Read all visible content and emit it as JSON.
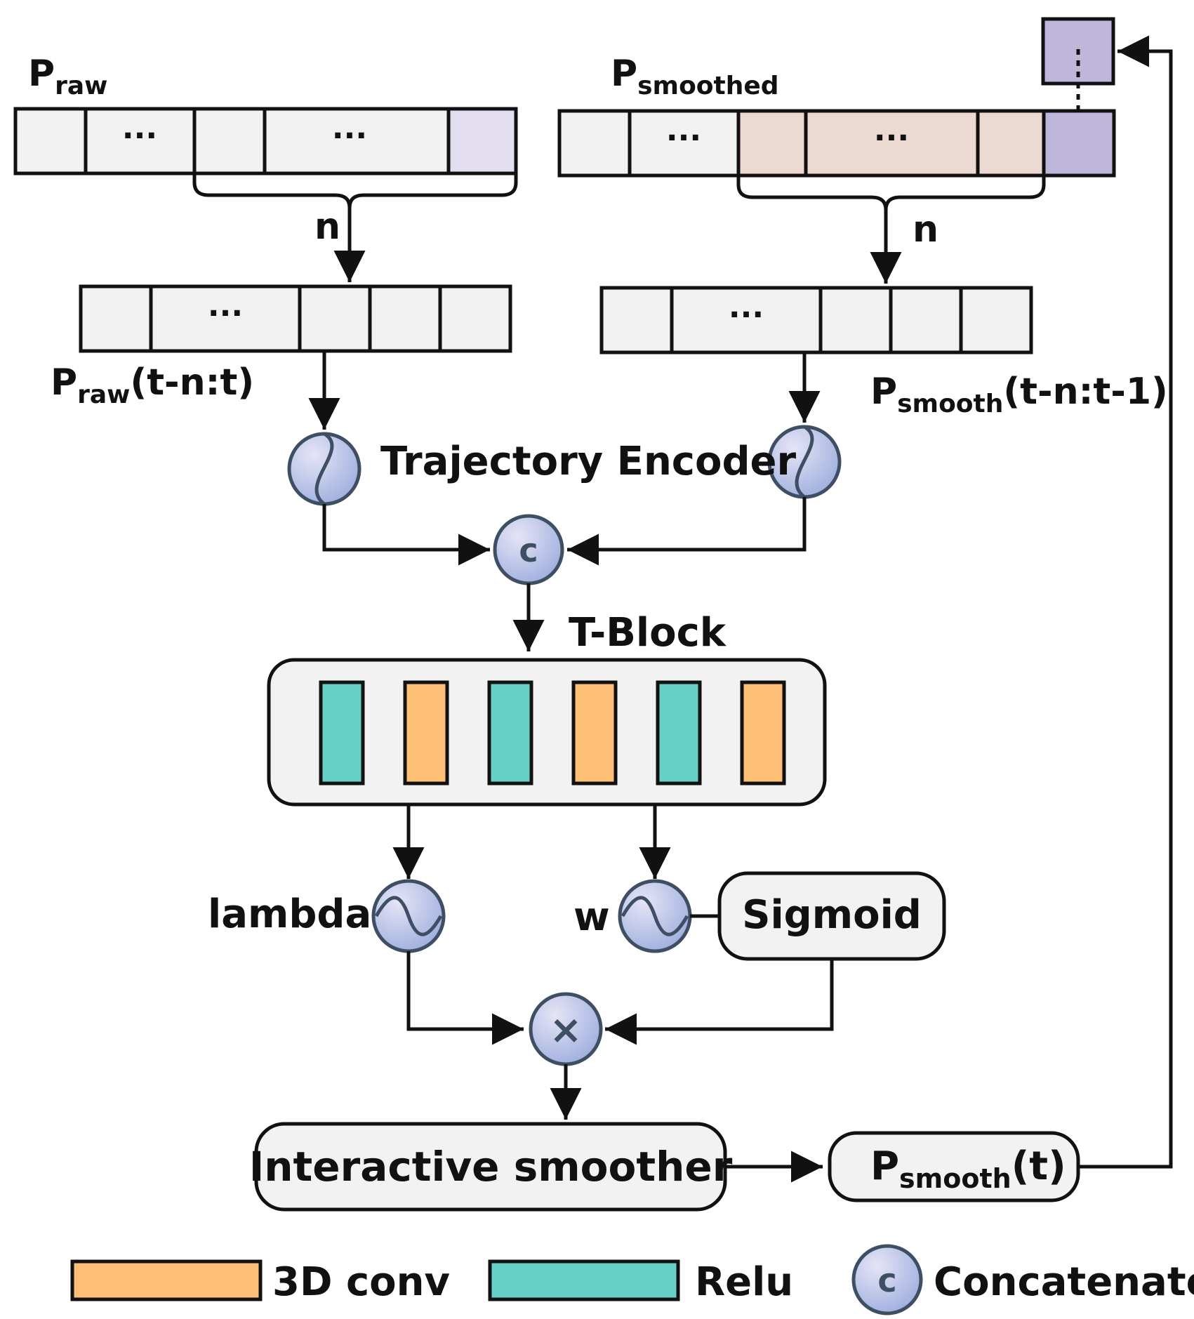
{
  "labels": {
    "p_raw": {
      "main": "P",
      "sub": "raw"
    },
    "p_smoothed": {
      "main": "P",
      "sub": "smoothed"
    },
    "n_left": "n",
    "n_right": "n",
    "ellipsis": "···",
    "p_raw_window": {
      "main": "P",
      "sub": "raw",
      "suffix": "(t-n:t)"
    },
    "p_smooth_window": {
      "main": "P",
      "sub": "smooth",
      "suffix": "(t-n:t-1)"
    },
    "trajectory_encoder": "Trajectory Encoder",
    "concat_symbol": "c",
    "t_block": "T-Block",
    "lambda": "lambda",
    "w": "w",
    "sigmoid": "Sigmoid",
    "multiply_symbol": "×",
    "interactive_smoother": "Interactive smoother",
    "p_smooth_t": {
      "main": "P",
      "sub": "smooth",
      "suffix": "(t)"
    }
  },
  "legend": {
    "conv": "3D conv",
    "relu": "Relu",
    "concat": "Concatenate",
    "concat_symbol": "c"
  },
  "colors": {
    "cell_fill": "#f2f1f2",
    "highlight_light_purple": "#e2def0",
    "highlight_purple": "#bfb6dc",
    "highlight_peach": "#ecd9d1",
    "relu": "#66d1c8",
    "conv": "#fdbf75",
    "node_fill": "#c4cdea",
    "block_fill": "#f3f2f3"
  }
}
